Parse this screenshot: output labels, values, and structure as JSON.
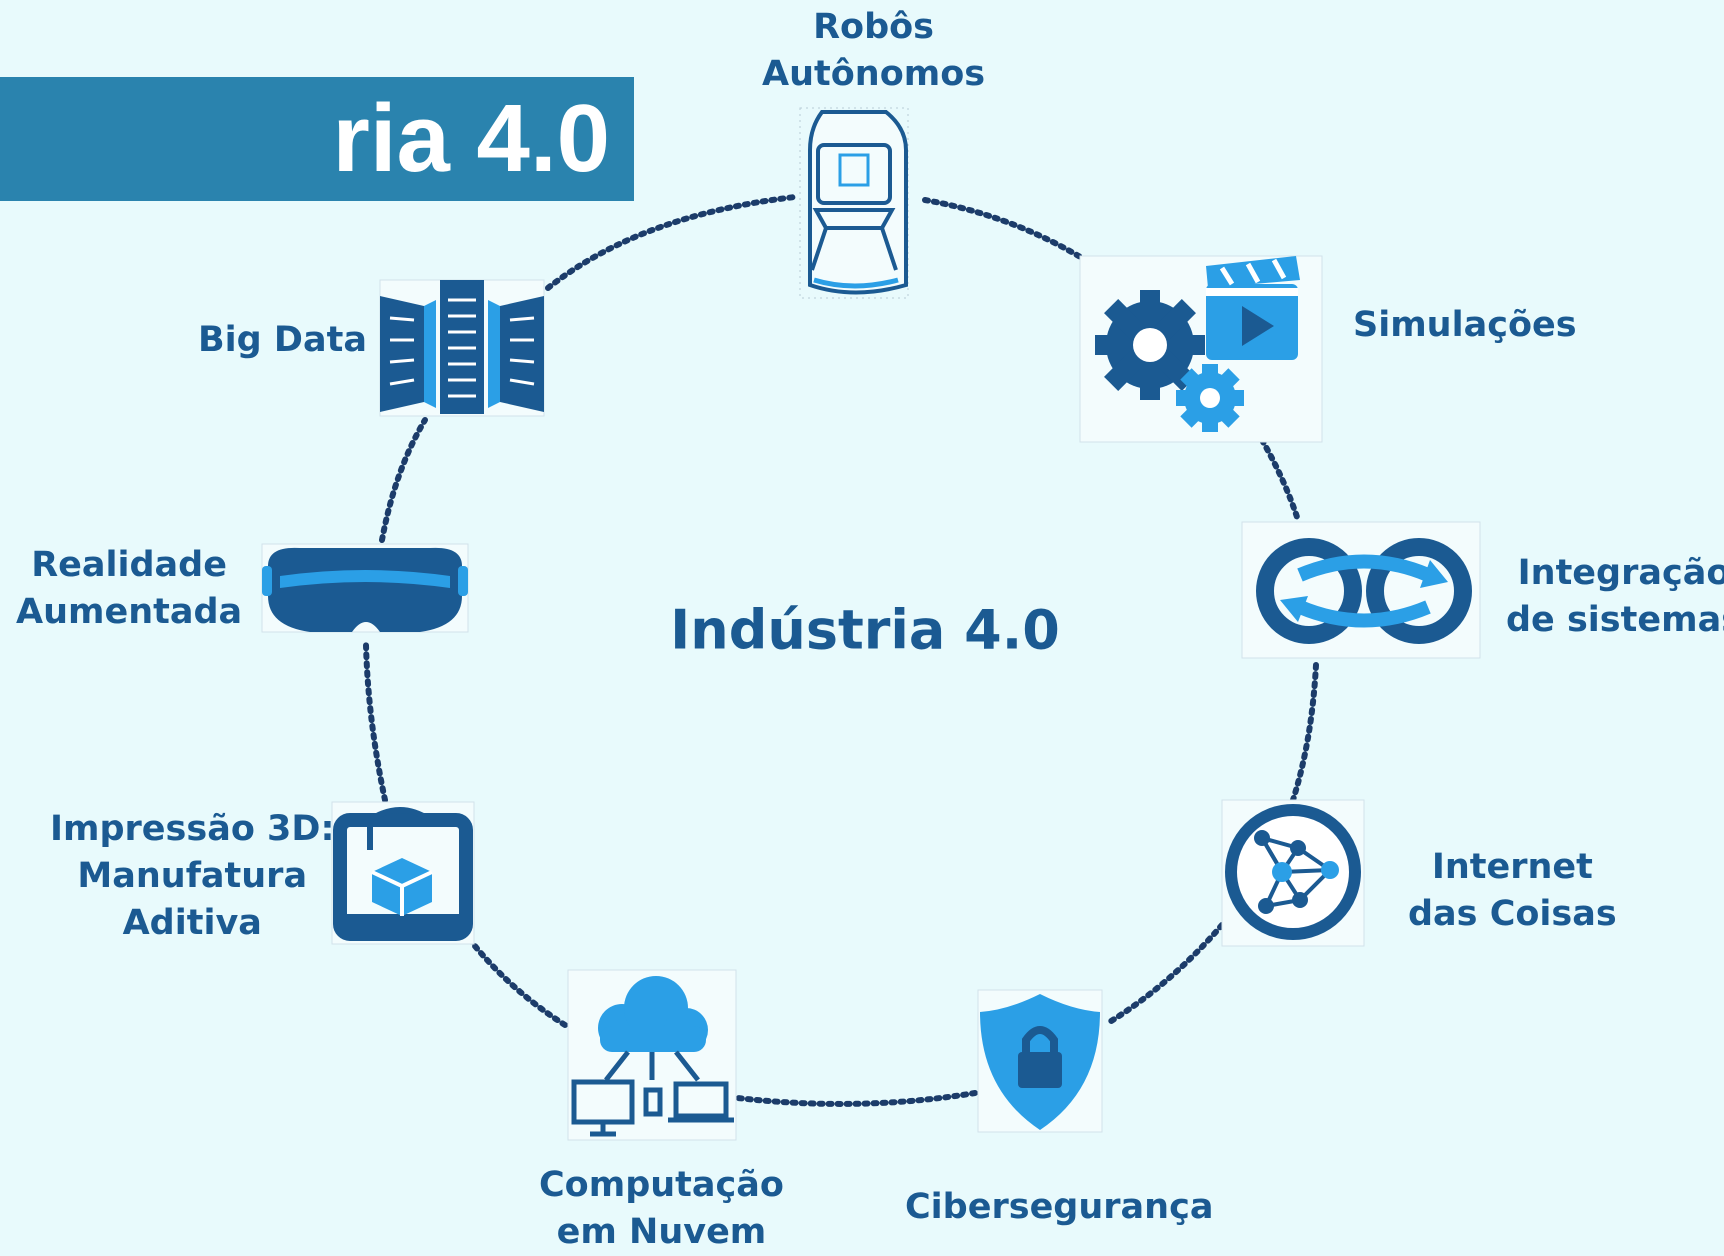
{
  "banner": {
    "text": "ria 4.0"
  },
  "center_title": "Indústria 4.0",
  "nodes": [
    {
      "id": "robos",
      "label": "Robôs\nAutônomos",
      "icon": "autonomous-car-icon"
    },
    {
      "id": "simulacoes",
      "label": "Simulações",
      "icon": "gears-video-icon"
    },
    {
      "id": "integracao",
      "label": "Integração\nde sistemas",
      "icon": "system-integration-icon"
    },
    {
      "id": "iot",
      "label": "Internet\ndas Coisas",
      "icon": "network-globe-icon"
    },
    {
      "id": "ciberseguranca",
      "label": "Cibersegurança",
      "icon": "shield-lock-icon"
    },
    {
      "id": "nuvem",
      "label": "Computação\nem Nuvem",
      "icon": "cloud-devices-icon"
    },
    {
      "id": "impressao3d",
      "label": "Impressão 3D:\nManufatura\nAditiva",
      "icon": "3d-printer-icon"
    },
    {
      "id": "realidade",
      "label": "Realidade\nAumentada",
      "icon": "vr-headset-icon"
    },
    {
      "id": "bigdata",
      "label": "Big Data",
      "icon": "server-racks-icon"
    }
  ],
  "colors": {
    "background": "#e8fafc",
    "banner": "#2a83ae",
    "dark_blue": "#1b5a92",
    "light_blue": "#2b9fe6",
    "dots": "#1c3c6a"
  }
}
